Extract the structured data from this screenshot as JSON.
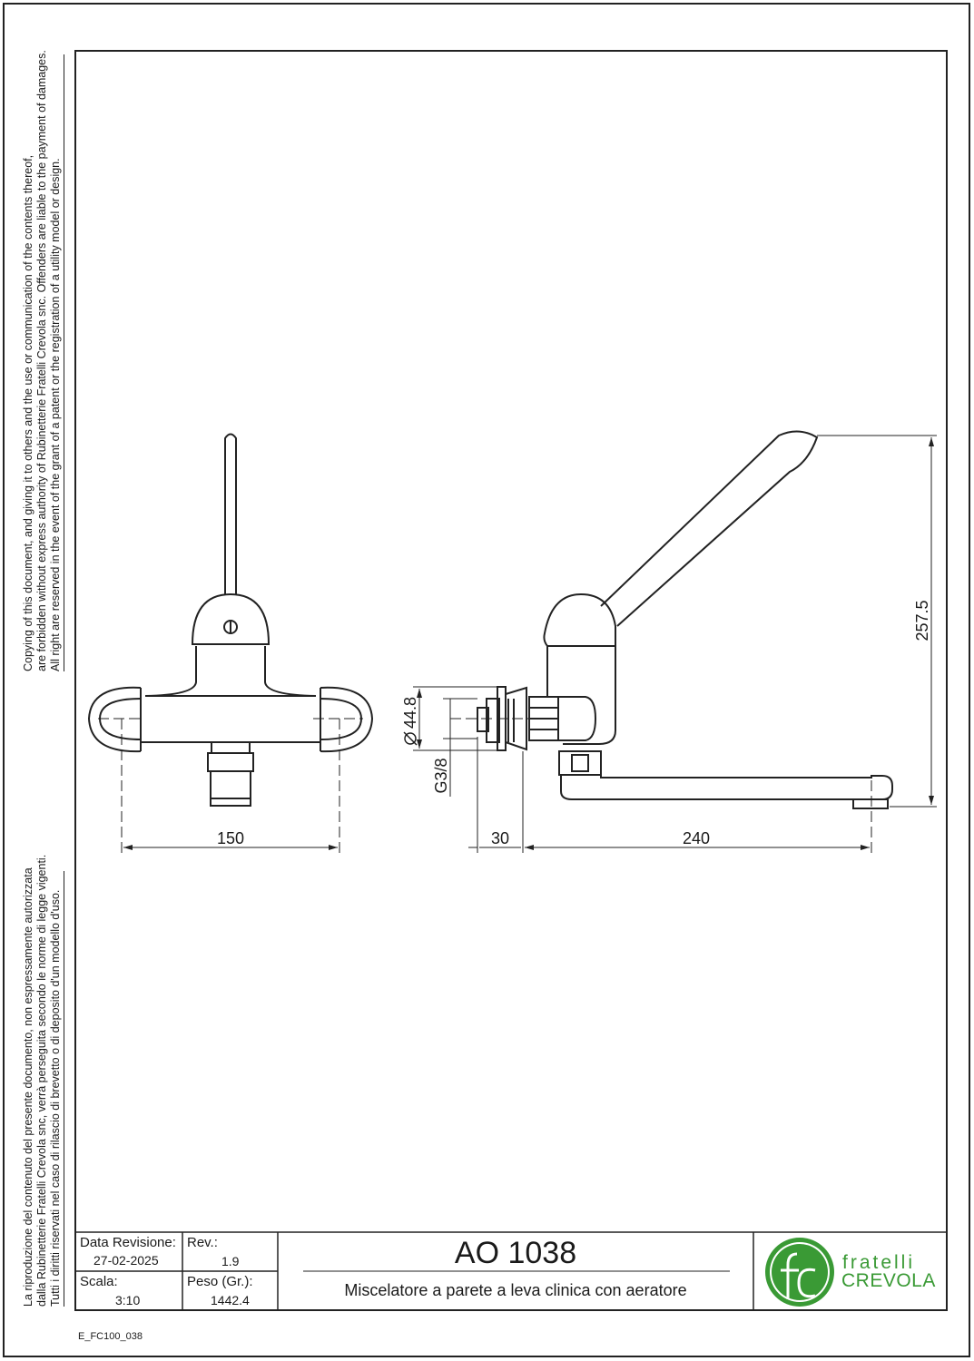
{
  "notices": {
    "english": [
      "Copying of this document, and giving it to others and the use or communication of the contents thereof,",
      "are forbidden without express authority of Rubinetterie Fratelli Crevola snc. Offenders are liable to the payment of damages.",
      "All right are reserved in the event of the grant of a patent or the registration of a utility model or design."
    ],
    "italian": [
      "La riproduzione del contenuto del presente documento, non espressamente autorizzata",
      "dalla Rubinetterie Fratelli Crevola snc, verrà perseguita secondo le norme di legge vigenti.",
      "Tutti i diritti riservati nel caso di rilascio di brevetto o di deposito d'un modello d'uso."
    ]
  },
  "dimensions": {
    "front_width": "150",
    "wall_offset": "30",
    "spout_reach": "240",
    "height": "257.5",
    "diameter": "44.8",
    "thread": "G3/8"
  },
  "title_block": {
    "revision_date_label": "Data Revisione:",
    "revision_date": "27-02-2025",
    "rev_label": "Rev.:",
    "rev": "1.9",
    "scale_label": "Scala:",
    "scale": "3:10",
    "weight_label": "Peso (Gr.):",
    "weight": "1442.4",
    "code": "AO 1038",
    "description": "Miscelatore a parete a leva clinica con aeratore"
  },
  "logo": {
    "word1": "fratelli",
    "word2": "CREVOLA",
    "monogram": "fc",
    "color": "#3a9a35"
  },
  "file_code": "E_FC100_038"
}
